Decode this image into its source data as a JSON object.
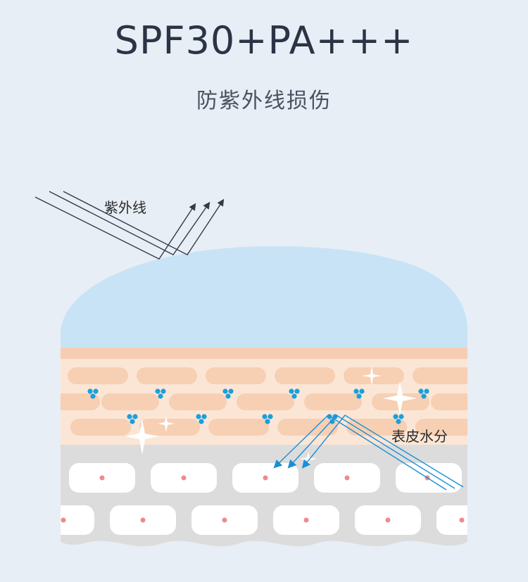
{
  "header": {
    "title": "SPF30+PA+++",
    "subtitle": "防紫外线损伤"
  },
  "diagram": {
    "labels": {
      "uv": "紫外线",
      "moisture": "表皮水分"
    },
    "colors": {
      "background": "#e8eef5",
      "protective_film": "#c9e3f6",
      "epidermis_band": "#f9e3d2",
      "epidermis_cell": "#f7cfb3",
      "dermis_band": "#dcdcdc",
      "dermis_cell": "#ffffff",
      "nucleus": "#ef8a8a",
      "water_drop": "#1aa0dc",
      "uv_arrow": "#333a48",
      "moisture_arrow": "#1a8fd6"
    }
  }
}
